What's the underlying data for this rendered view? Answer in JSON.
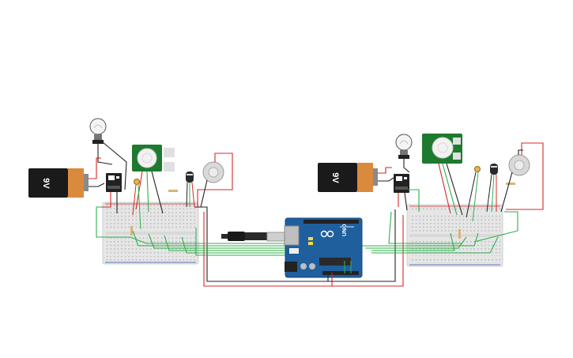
{
  "left_circuit": {
    "battery": {
      "label": "9V",
      "icon": "battery-9v-icon"
    },
    "relay": {
      "icon": "relay-module-icon"
    },
    "bulb": {
      "icon": "light-bulb-icon"
    },
    "pir": {
      "icon": "pir-motion-sensor-icon"
    },
    "temp_sensor": {
      "icon": "temperature-sensor-icon"
    },
    "buzzer": {
      "icon": "piezo-buzzer-icon"
    },
    "photoresistor": {
      "icon": "photoresistor-icon"
    }
  },
  "right_circuit": {
    "battery": {
      "label": "9V",
      "icon": "battery-9v-icon"
    },
    "relay": {
      "icon": "relay-module-icon"
    },
    "bulb": {
      "icon": "light-bulb-icon"
    },
    "pir": {
      "icon": "pir-motion-sensor-icon"
    },
    "temp_sensor": {
      "icon": "temperature-sensor-icon"
    },
    "buzzer": {
      "icon": "piezo-buzzer-icon"
    },
    "photoresistor": {
      "icon": "photoresistor-icon"
    }
  },
  "arduino": {
    "label": "UNO",
    "icon": "arduino-uno-board-icon",
    "usb_icon": "usb-cable-icon"
  },
  "colors": {
    "wire_green": "#2fb04a",
    "wire_red": "#d62828",
    "wire_black": "#222222",
    "arduino_blue": "#1f5f9e",
    "breadboard": "#e8e8e8",
    "pir_green": "#1e7a2f"
  }
}
